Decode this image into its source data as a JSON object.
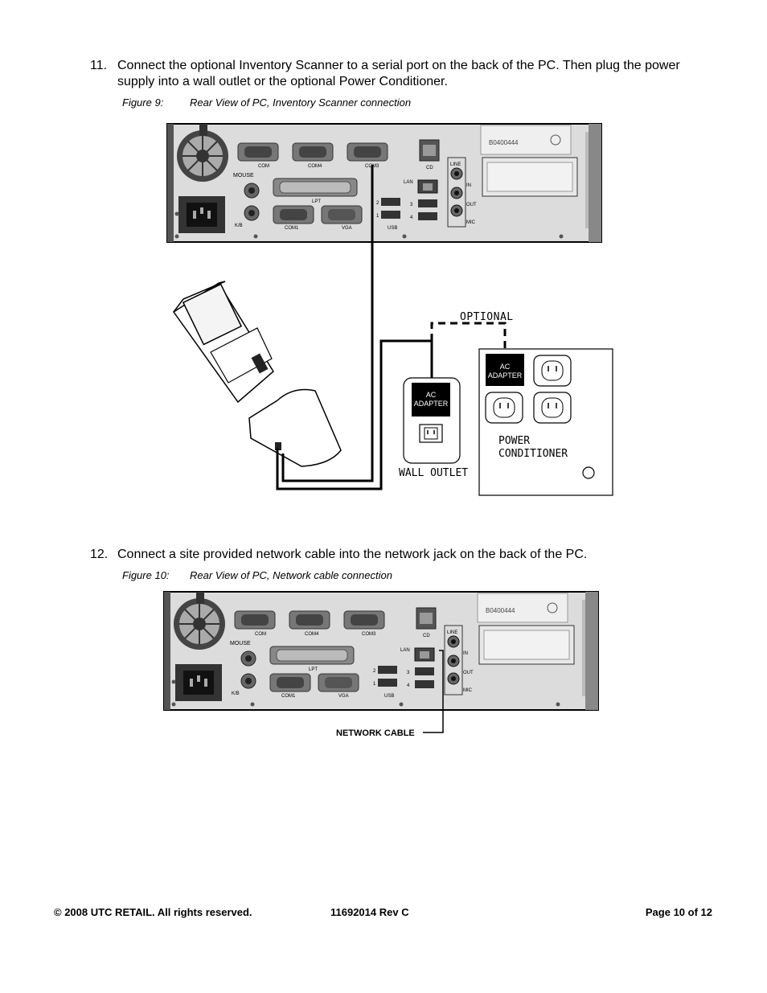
{
  "step11": {
    "number": "11.",
    "text": "Connect the optional Inventory Scanner to a serial port on the back of the PC.  Then plug the power supply into a wall outlet or the optional Power Conditioner."
  },
  "figure9": {
    "label": "Figure 9:",
    "caption": "Rear View of PC, Inventory Scanner connection",
    "pc_labels": {
      "com": "COM",
      "com4": "COM4",
      "com3": "COM3",
      "cd": "CD",
      "mouse": "MOUSE",
      "lpt": "LPT",
      "lan": "LAN",
      "kb": "K/B",
      "com1": "COM1",
      "vga": "VGA",
      "usb": "USB",
      "line": "LINE",
      "in": "IN",
      "out": "OUT",
      "mic": "MIC",
      "usb_2": "2",
      "usb_1": "1",
      "usb_3": "3",
      "usb_4": "4",
      "serial": "B0400444"
    },
    "optional": "OPTIONAL",
    "ac_adapter_line1": "AC",
    "ac_adapter_line2": "ADAPTER",
    "wall_outlet": "WALL OUTLET",
    "power_line1": "POWER",
    "power_line2": "CONDITIONER"
  },
  "step12": {
    "number": "12.",
    "text": "Connect a site provided network cable into the network jack on the back of the PC."
  },
  "figure10": {
    "label": "Figure 10:",
    "caption": "Rear View of PC, Network cable connection",
    "pc_labels": {
      "com": "COM",
      "com4": "COM4",
      "com3": "COM3",
      "cd": "CD",
      "mouse": "MOUSE",
      "lpt": "LPT",
      "lan": "LAN",
      "kb": "K/B",
      "com1": "COM1",
      "vga": "VGA",
      "usb": "USB",
      "line": "LINE",
      "in": "IN",
      "out": "OUT",
      "mic": "MIC",
      "usb_2": "2",
      "usb_1": "1",
      "usb_3": "3",
      "usb_4": "4",
      "serial": "B0400444"
    },
    "network_cable": "NETWORK CABLE"
  },
  "footer": {
    "copyright": "© 2008 UTC RETAIL. All rights reserved.",
    "doc_number": "11692014 Rev C",
    "page": "Page 10 of 12"
  }
}
